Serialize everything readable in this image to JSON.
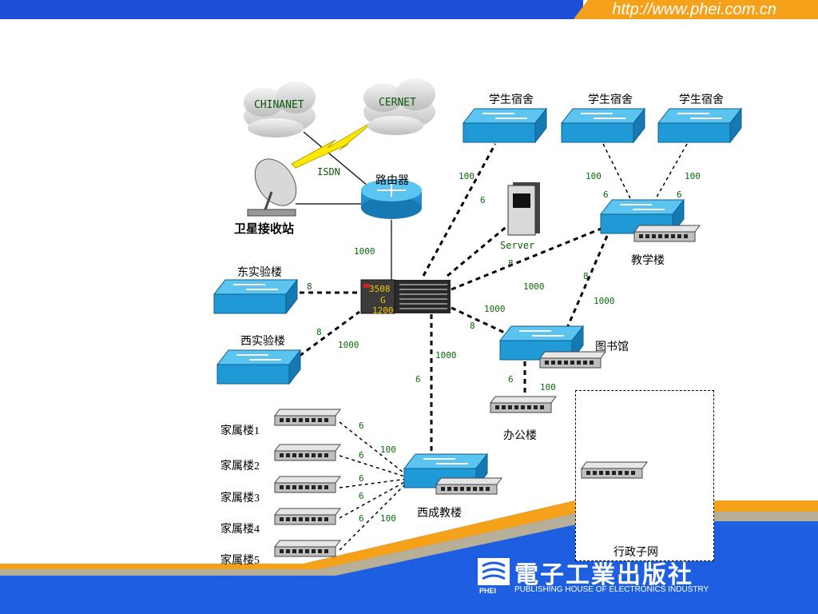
{
  "header": {
    "url": "http://www.phei.com.cn"
  },
  "clouds": {
    "chinanet": "CHINANET",
    "cernet": "CERNET"
  },
  "links": {
    "isdn": "ISDN"
  },
  "nodes": {
    "router": "路由器",
    "satellite": "卫星接收站",
    "server": "Server",
    "core_switch_line1": "3508",
    "core_switch_line2": "G",
    "core_switch_line3": "1200",
    "dorm1": "学生宿舍",
    "dorm2": "学生宿舍",
    "dorm3": "学生宿舍",
    "teaching": "教学楼",
    "east_lab": "东实验楼",
    "west_lab": "西实验楼",
    "library": "图书馆",
    "office": "办公楼",
    "xicheng": "西成教楼",
    "family1": "家属楼1",
    "family2": "家属楼2",
    "family3": "家属楼3",
    "family4": "家属楼4",
    "family5": "家属楼5",
    "admin_net": "行政子网"
  },
  "link_labels": {
    "router_core": "1000",
    "dorm1_core": "100",
    "dorm1_core_b": "6",
    "dorm2_teach_a": "100",
    "dorm2_teach_b": "6",
    "dorm3_teach_a": "100",
    "dorm3_teach_b": "6",
    "server_core": "8",
    "core_teach": "1000",
    "teach_lib_a": "8",
    "teach_lib_b": "1000",
    "core_lib_a": "1000",
    "core_lib_b": "8",
    "east_lab": "8",
    "west_lab_a": "8",
    "west_lab_b": "1000",
    "core_xicheng_a": "1000",
    "core_xicheng_b": "6",
    "lib_office_a": "6",
    "lib_office_b": "100",
    "fam1": "6",
    "fam_100a": "100",
    "fam2": "6",
    "fam3": "6",
    "fam4": "6",
    "fam5": "6",
    "fam_100b": "100"
  },
  "publisher": {
    "name": "電子工業出版社",
    "english": "PUBLISHING HOUSE OF ELECTRONICS INDUSTRY",
    "logo": "PHEI"
  },
  "colors": {
    "top_blue": "#1e4fd8",
    "top_orange": "#f5a21a",
    "switch_blue": "#1f9ad6",
    "band_blue": "#1d5fe0"
  }
}
